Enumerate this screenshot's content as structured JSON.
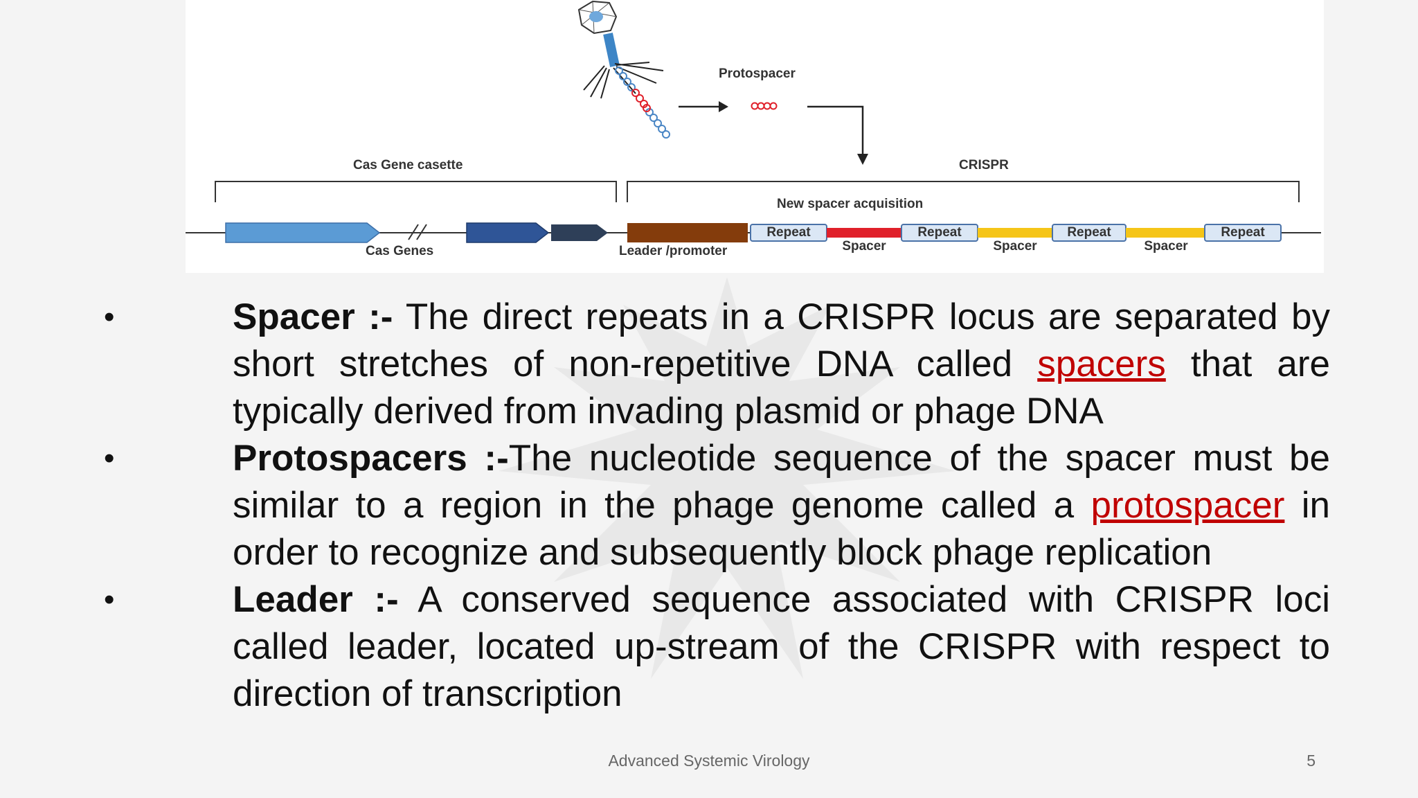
{
  "diagram": {
    "labels": {
      "protospacer": "Protospacer",
      "cas_gene_cassette": "Cas Gene casette",
      "crispr": "CRISPR",
      "new_spacer_acquisition": "New spacer acquisition",
      "cas_genes": "Cas Genes",
      "leader_promoter": "Leader /promoter"
    },
    "repeats": [
      "Repeat",
      "Repeat",
      "Repeat",
      "Repeat"
    ],
    "spacers": [
      "Spacer",
      "Spacer",
      "Spacer"
    ],
    "colors": {
      "cas_gene_1": "#5b9bd5",
      "cas_gene_2": "#2f5597",
      "cas_gene_3": "#2e3f58",
      "leader": "#843c0c",
      "spacer_red": "#e0202a",
      "spacer_yellow": "#f5c518",
      "repeat_fill": "#dbe7f5",
      "repeat_border": "#4a72a8"
    }
  },
  "bullets": [
    {
      "term": "Spacer :-",
      "text_before": " The direct repeats in a CRISPR locus are separated by short stretches of non-repetitive DNA called ",
      "link": "spacers",
      "text_after": " that are typically derived from invading plasmid or phage DNA"
    },
    {
      "term": "Protospacers :-",
      "text_before": "The nucleotide sequence of the spacer must be similar to a region in the phage genome called a ",
      "link": "protospacer",
      "text_after": " in order to recognize and subsequently block phage replication"
    },
    {
      "term": "Leader :-",
      "text_before": " A conserved sequence associated with CRISPR loci called leader, located up-stream of the CRISPR with respect to direction of transcription",
      "link": "",
      "text_after": ""
    }
  ],
  "bullet_symbol": "•",
  "footer": {
    "title": "Advanced Systemic Virology",
    "page_number": "5"
  }
}
